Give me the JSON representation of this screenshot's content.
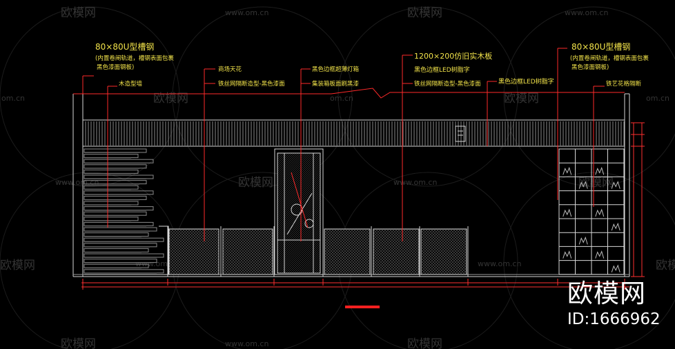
{
  "title": "",
  "watermarks": {
    "logo_text": "欧模网",
    "site": "www.om.cn",
    "site_partial": "om.cn"
  },
  "brand": {
    "name": "欧模网",
    "id": "ID:1666962"
  },
  "annotations": {
    "left_channel_size": "80×80U型槽钢",
    "left_channel_note1": "(内置卷闸轨道，槽钢表面包裹",
    "left_channel_note2": "黑色漆面钢板)",
    "wood_wall": "木造型墙",
    "ceiling": "商场天花",
    "mesh_partition_a": "铁丝网隔断造型-黑色漆面",
    "edge_light": "黑色边框超薄灯箱",
    "panel_finish": "集装箱板面刷黑漆",
    "sign_size": "1200×200仿旧实木板",
    "led_acrylic": "黑色边框LED树脂字",
    "mesh_partition_b": "铁丝网隔断造型-黑色漆面",
    "led_acrylic_b": "黑色边框LED树脂字",
    "right_channel_size": "80×80U型槽钢",
    "right_channel_note1": "(内置卷闸轨道，槽钢表面包裹",
    "right_channel_note2": "黑色漆面钢板)",
    "iron_partition": "铁艺花格隔断"
  },
  "colors": {
    "background": "#000000",
    "annotation": "#f2e34a",
    "leader": "#ff2a2a",
    "outline": "#d8d8d8",
    "hatch": "#8a8a8a",
    "dimension": "#ff3030",
    "watermark": "#2e2e2e",
    "brand_text": "#ffffff"
  }
}
